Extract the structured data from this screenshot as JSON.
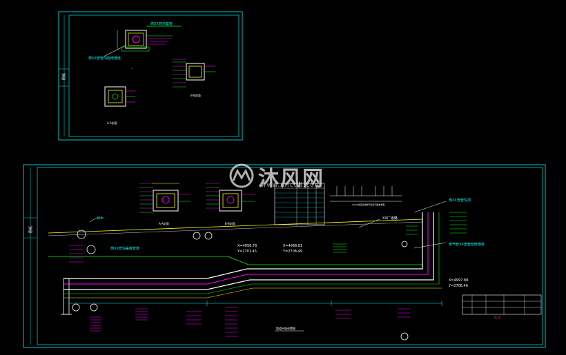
{
  "colors": {
    "frame": "#00c8c8",
    "magenta": "#ff00ff",
    "green": "#00ff00",
    "yellow": "#ffff00",
    "white": "#ffffff",
    "red": "#ff3030",
    "blue": "#4080ff"
  },
  "watermark": {
    "title": "沐风网",
    "url": "www.mfcad.com",
    "logo_icon": "mf-logo-icon"
  },
  "sheet_top": {
    "side_label": "图纸",
    "labels": {
      "pipe_top": "燃XX管外套管",
      "pipe_left": "燃XX管管沟检修通道",
      "sec_a": "A-A剖面",
      "sec_b": "B-B剖面"
    }
  },
  "sheet_bottom": {
    "side_label": "图纸",
    "labels": {
      "tree": "树木",
      "pipe_trench": "燃XX管沟盖板管道",
      "pipe_right": "燃XX管管沟顶",
      "pipe_right2": "燃气管XX套管检修通道",
      "plant": "XX厂道路",
      "coord1_x": "X=4956.76",
      "coord1_y": "Y=2701.45",
      "coord2_x": "X=4966.81",
      "coord2_y": "Y=2708.49",
      "coord3_x": "X=4997.88",
      "coord3_y": "Y=2708.46",
      "sec_a": "A-A剖面",
      "sec_b": "B-B剖面",
      "plan_title": "管道平面布置图",
      "table_note": "XXXX管道沿线燃气管道平面布置图",
      "stamp": "张 张"
    }
  }
}
